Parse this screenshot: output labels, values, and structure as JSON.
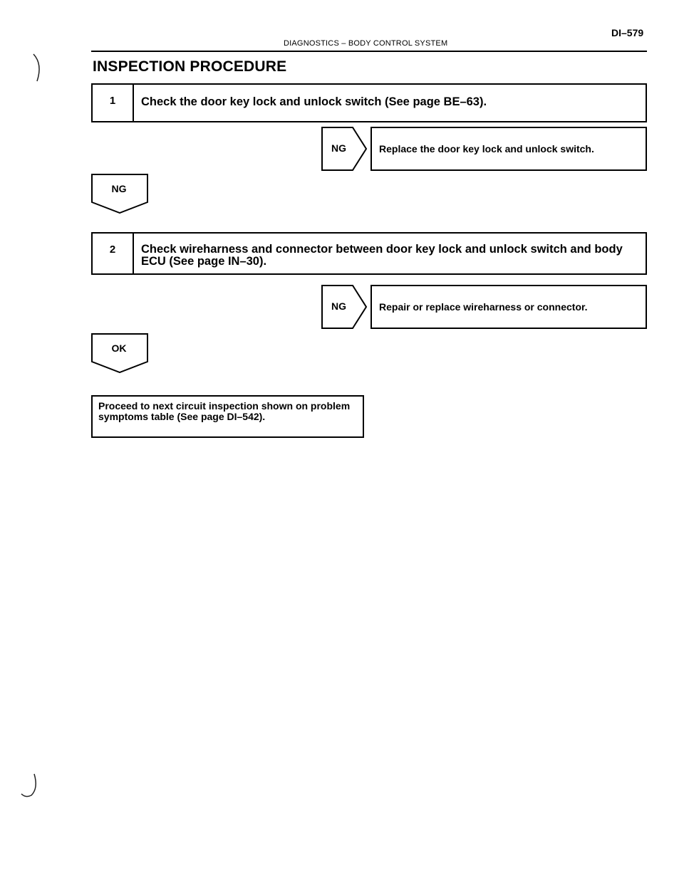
{
  "header": {
    "running_title": "DIAGNOSTICS  –  BODY CONTROL SYSTEM",
    "page_number": "DI–579"
  },
  "section_title": "INSPECTION PROCEDURE",
  "steps": [
    {
      "number": "1",
      "text": "Check the door key lock and unlock switch (See page BE–63).",
      "ng_label": "NG",
      "ng_action": "Replace the door key lock and unlock switch.",
      "result_label": "NG"
    },
    {
      "number": "2",
      "text": "Check wireharness and connector between door key lock and unlock switch and body ECU (See page IN–30).",
      "ng_label": "NG",
      "ng_action": "Repair or replace wireharness or connector.",
      "result_label": "OK"
    }
  ],
  "final_instruction": "Proceed to next circuit inspection shown on problem symptoms table (See page DI–542)."
}
